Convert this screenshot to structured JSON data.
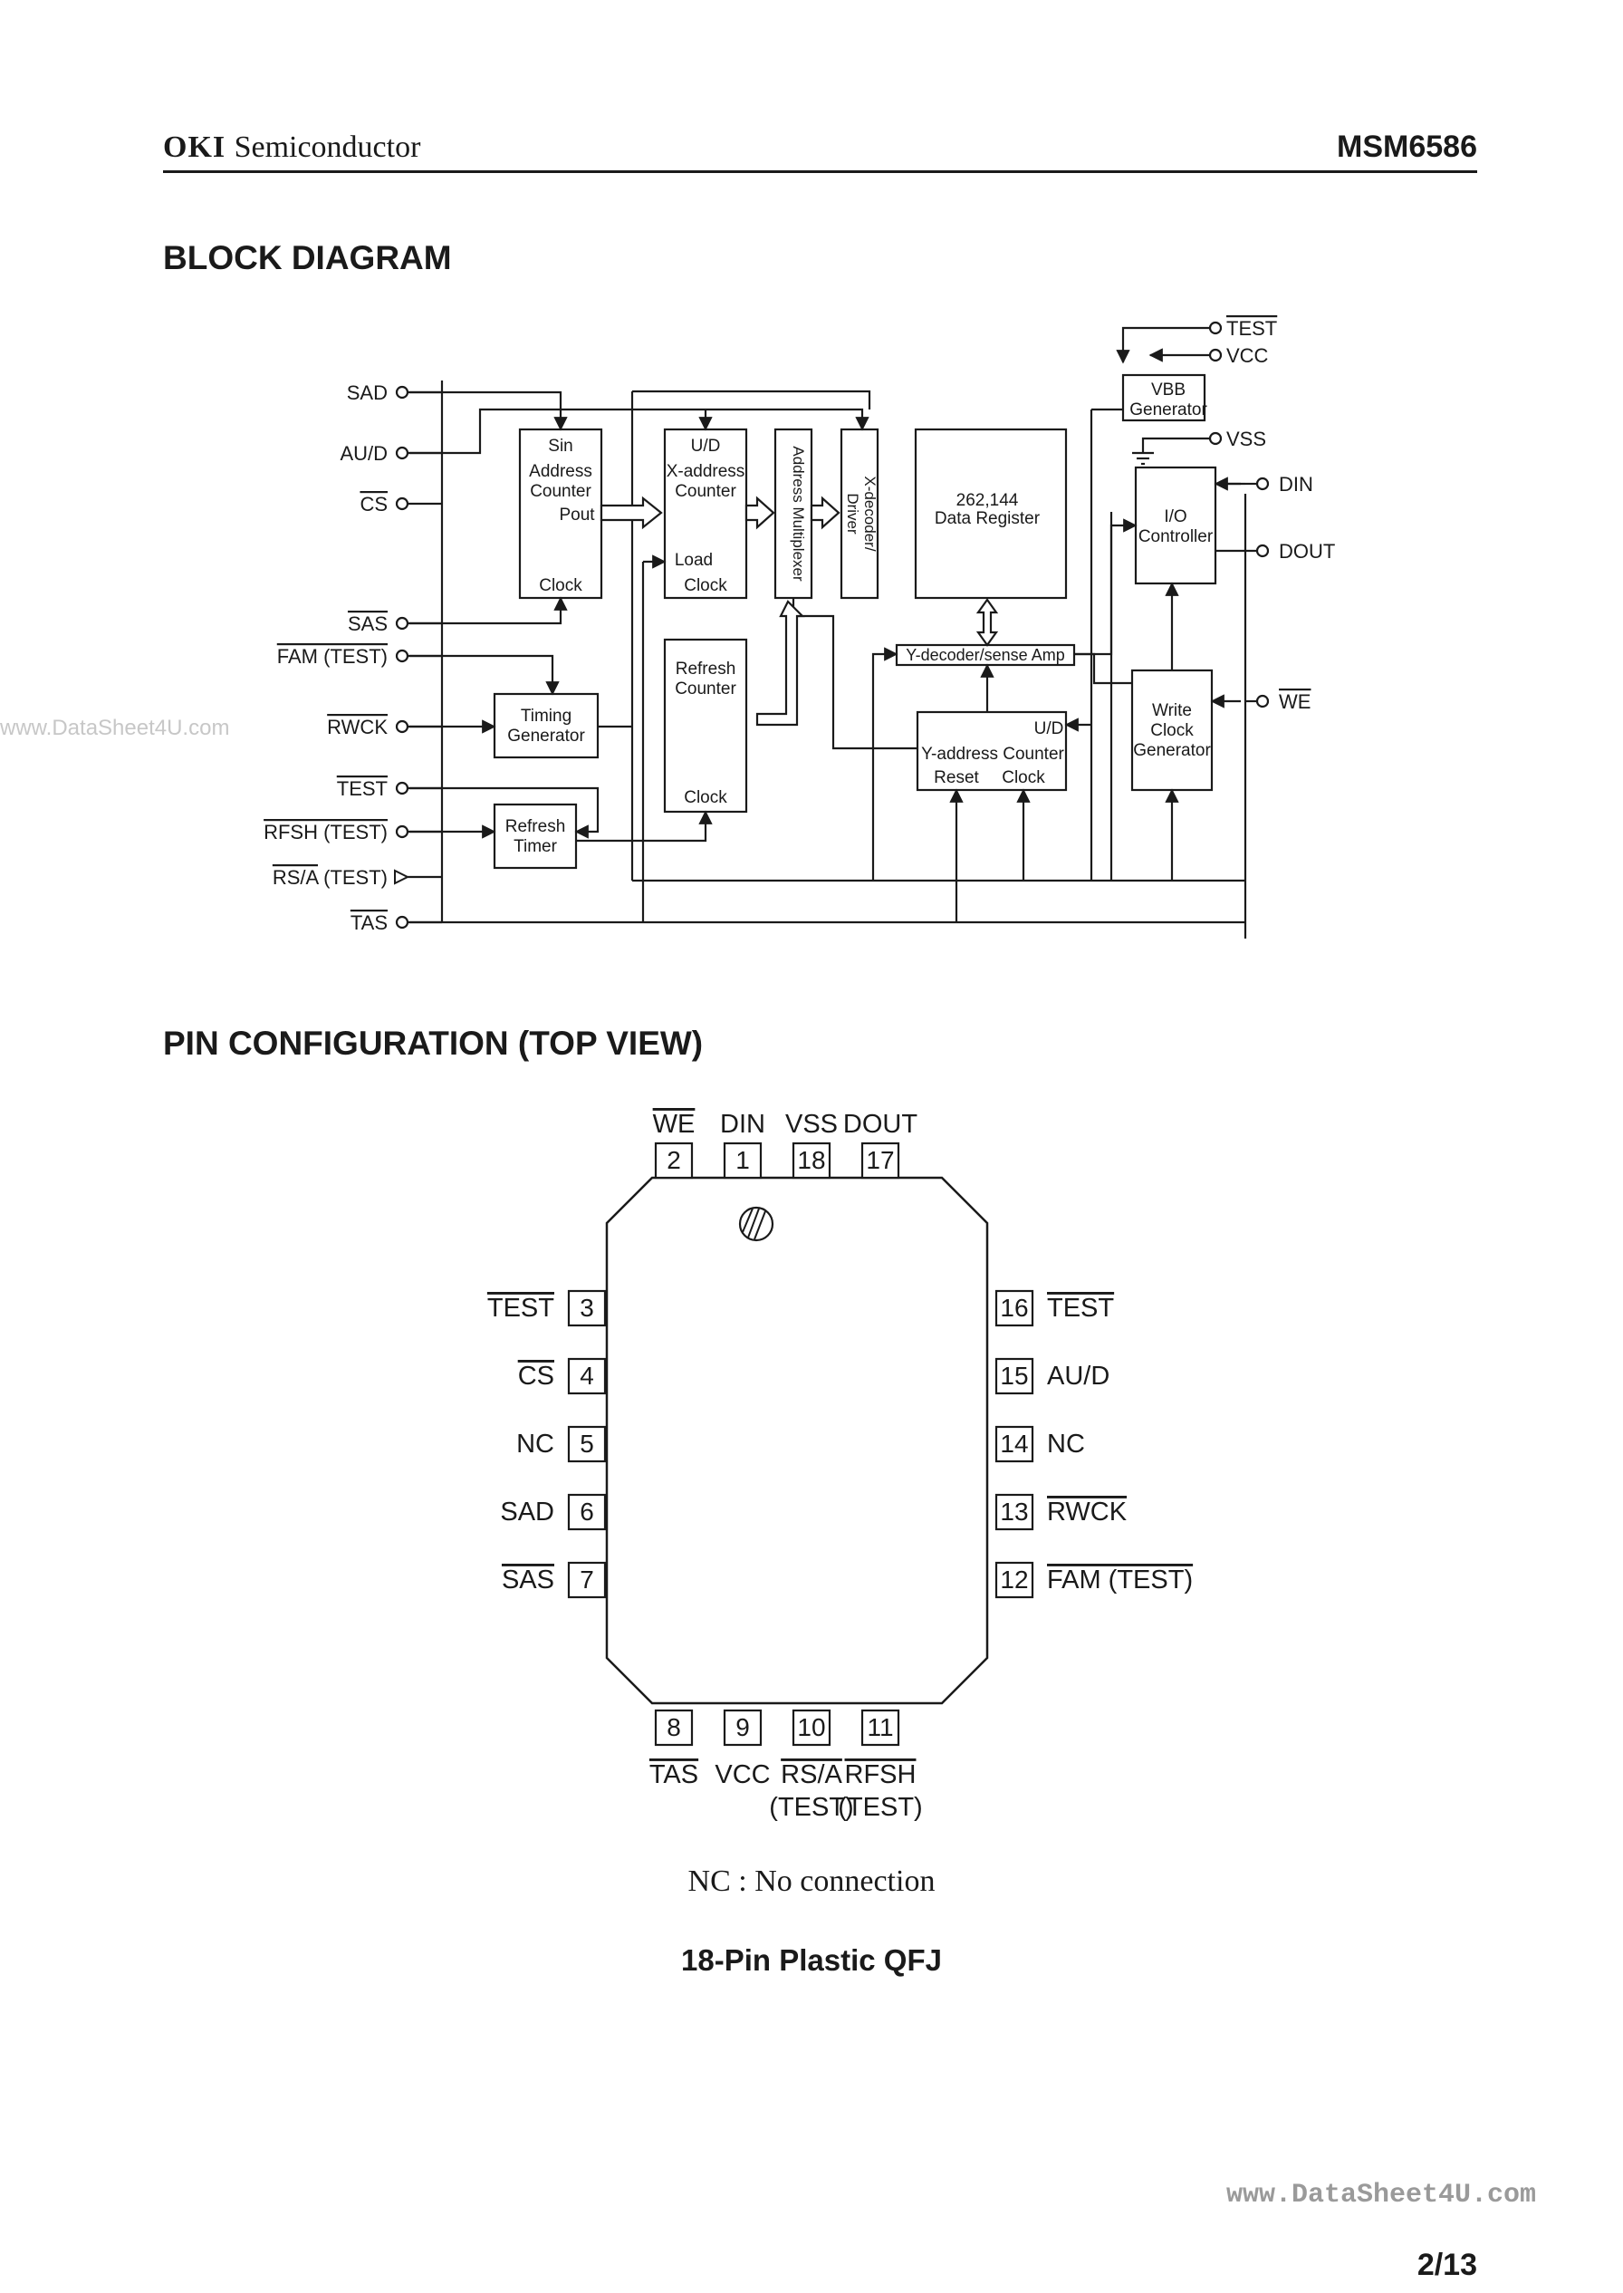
{
  "header": {
    "brand": "OKI",
    "subtitle": "Semiconductor",
    "part_number": "MSM6586"
  },
  "sections": {
    "block_diagram_title": "BLOCK DIAGRAM",
    "pin_config_title": "PIN CONFIGURATION (TOP VIEW)"
  },
  "block_diagram": {
    "left_pins": [
      {
        "label": "SAD",
        "overline": false
      },
      {
        "label": "AU/D",
        "overline": false
      },
      {
        "label": "CS",
        "overline": true
      },
      {
        "label": "SAS",
        "overline": true
      },
      {
        "label": "FAM",
        "overline": true,
        "suffix": "(TEST)",
        "suffix_overline": true
      },
      {
        "label": "RWCK",
        "overline": true
      },
      {
        "label": "TEST",
        "overline": true
      },
      {
        "label": "RFSH",
        "overline": true,
        "suffix": "(TEST)",
        "suffix_overline": true
      },
      {
        "label": "RS/A",
        "overline": true,
        "suffix": "(TEST)",
        "suffix_overline": false
      },
      {
        "label": "TAS",
        "overline": true
      }
    ],
    "right_pins": {
      "test": "TEST",
      "vcc": "VCC",
      "vss": "VSS",
      "din": "DIN",
      "dout": "DOUT",
      "we": "WE"
    },
    "blocks": {
      "sin_counter": [
        "Sin",
        "Address",
        "Counter",
        "Pout",
        "Clock"
      ],
      "x_counter": [
        "U/D",
        "X-address",
        "Counter",
        "Load",
        "Clock"
      ],
      "address_multiplexer": "Address Multiplexer",
      "x_decoder": [
        "X-decoder/",
        "Driver"
      ],
      "data_register": [
        "262,144",
        "Data Register"
      ],
      "refresh_counter": [
        "Refresh",
        "Counter",
        "Clock"
      ],
      "timing_generator": [
        "Timing",
        "Generator"
      ],
      "refresh_timer": [
        "Refresh",
        "Timer"
      ],
      "y_decoder": "Y-decoder/sense Amp",
      "y_counter": [
        "U/D",
        "Y-address Counter",
        "Reset",
        "Clock"
      ],
      "vbb_generator": [
        "VBB",
        "Generator"
      ],
      "io_controller": [
        "I/O",
        "Controller"
      ],
      "write_clock": [
        "Write",
        "Clock",
        "Generator"
      ]
    }
  },
  "pin_configuration": {
    "top_pins": [
      {
        "num": "2",
        "label": "WE",
        "overline": true
      },
      {
        "num": "1",
        "label": "DIN",
        "overline": false
      },
      {
        "num": "18",
        "label": "VSS",
        "overline": false
      },
      {
        "num": "17",
        "label": "DOUT",
        "overline": false
      }
    ],
    "left_pins": [
      {
        "num": "3",
        "label": "TEST",
        "overline": true
      },
      {
        "num": "4",
        "label": "CS",
        "overline": true
      },
      {
        "num": "5",
        "label": "NC",
        "overline": false
      },
      {
        "num": "6",
        "label": "SAD",
        "overline": false
      },
      {
        "num": "7",
        "label": "SAS",
        "overline": true
      }
    ],
    "right_pins": [
      {
        "num": "16",
        "label": "TEST",
        "overline": true
      },
      {
        "num": "15",
        "label": "AU/D",
        "overline": false
      },
      {
        "num": "14",
        "label": "NC",
        "overline": false
      },
      {
        "num": "13",
        "label": "RWCK",
        "overline": true
      },
      {
        "num": "12",
        "label": "FAM (TEST)",
        "overline": true
      }
    ],
    "bottom_pins": [
      {
        "num": "8",
        "label": "TAS",
        "overline": true,
        "sub": ""
      },
      {
        "num": "9",
        "label": "VCC",
        "overline": false,
        "sub": ""
      },
      {
        "num": "10",
        "label": "RS/A",
        "overline": true,
        "sub": "(TEST)"
      },
      {
        "num": "11",
        "label": "RFSH",
        "overline": true,
        "sub": "(TEST)"
      }
    ],
    "note": "NC : No connection",
    "package": "18-Pin Plastic QFJ"
  },
  "footer": {
    "watermark_left": "www.DataSheet4U.com",
    "watermark_right": "www.DataSheet4U.com",
    "page": "2/13"
  }
}
